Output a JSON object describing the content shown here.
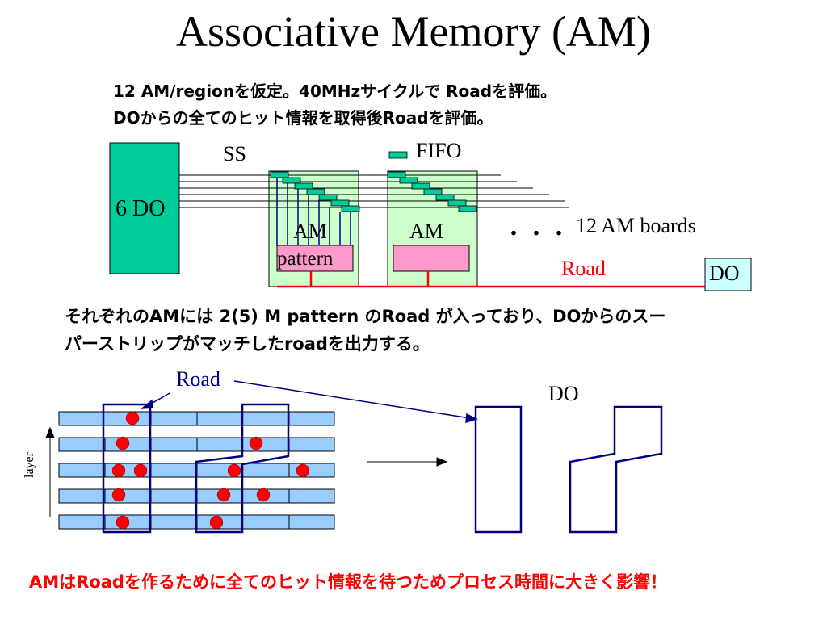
{
  "slide": {
    "title": "Associative Memory (AM)",
    "line1": "12 AM/regionを仮定。40MHzサイクルで Roadを評価。",
    "line2": "DOからの全てのヒット情報を取得後Roadを評価。",
    "para1": "それぞれのAMには 2(5) M pattern のRoad が入っており、DOからのスー",
    "para2": "パーストリップがマッチしたroadを出力する。",
    "footer": "AMはRoadを作るために全てのヒット情報を待つためプロセス時間に大きく影響！"
  },
  "top_diagram": {
    "do_block_label": "6 DO",
    "ss_label": "SS",
    "fifo_label": "FIFO",
    "am1_label": "AM",
    "am1_pattern": "pattern",
    "am2_label": "AM",
    "dots": "・・・",
    "boards_label": "12 AM boards",
    "road_label": "Road",
    "do_out_label": "DO"
  },
  "bottom_diagram": {
    "road_label": "Road",
    "do_label": "DO",
    "layer_label": "layer"
  },
  "colors": {
    "green_block": "#00cc99",
    "am_board": "#ccffcc",
    "pattern_pink": "#ff99cc",
    "road_red": "#ff0000",
    "navy": "#000080",
    "strip_blue": "#99ccff",
    "do_box": "#ccffff",
    "hit_red": "#ff0000"
  }
}
